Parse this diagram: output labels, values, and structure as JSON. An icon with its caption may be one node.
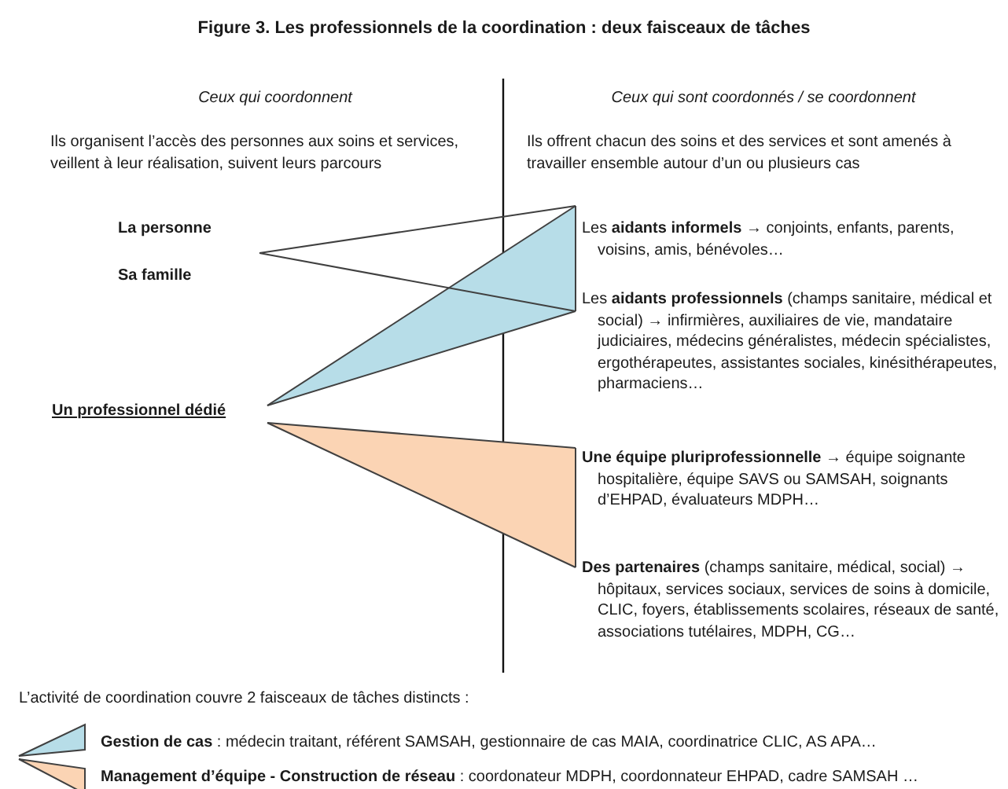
{
  "diagram": {
    "title": "Figure 3. Les professionnels de la coordination : deux faisceaux de tâches",
    "nodes": [
      {
        "text": [
          "La personne",
          "Sa famille"
        ]
      },
      {
        "text": [
          "Les **aidants informels** → conjoints, enfants, parents, voisins, amis, bénévoles…"
        ]
      },
      {
        "text": [
          "Les **aidants professionnels** (champs sanitaire, médical et social) → infirmières, auxiliaires de vie, mandataire judiciaires, médecins généralistes, médecin spécialistes, ergothérapeutes, assistantes sociales, kinésithérapeutes, pharmaciens…"
        ]
      },
      {
        "text": [
          "Un professionnel dédié"
        ]
      },
      {
        "text": [
          "**Une équipe pluriprofessionnelle** → équipe soignante hospitalière, équipe SAVS ou SAMSAH, soignants d’EHPAD, évaluateurs MDPH…"
        ]
      },
      {
        "text": [
          "**Des partenaires** (champs sanitaire, médical, social) → hôpitaux, services sociaux, services de soins à domicile, CLIC, foyers, établissements scolaires, réseaux de santé, associations tutélaires, MDPH, CG…"
        ]
      }
    ],
    "edges": [
      {
        "from": 0,
        "to": 1,
        "arrow": "none"
      },
      {
        "from": 0,
        "to": 2,
        "arrow": "none"
      },
      {
        "from": 3,
        "to": 1,
        "arrow": "none"
      },
      {
        "from": 3,
        "to": 2,
        "arrow": "none"
      },
      {
        "from": 3,
        "to": 4,
        "arrow": "none"
      },
      {
        "from": 3,
        "to": 5,
        "arrow": "none"
      }
    ],
    "labels": [
      "Ceux qui coordonnent",
      "Ceux qui sont coordonnés / se coordonnent",
      "Ils organisent l’accès des personnes aux soins et services, veillent à leur réalisation, suivent leurs parcours",
      "Ils offrent chacun des soins et des services et sont amenés à travailler ensemble autour d’un ou plusieurs cas",
      "L’activité de coordination couvre 2 faisceaux de tâches distincts :"
    ],
    "legend": [
      {
        "text": "**Gestion de cas** : médecin traitant, référent SAMSAH, gestionnaire de cas MAIA, coordinatrice CLIC, AS APA…",
        "color": "#b7dde8"
      },
      {
        "text": "**Management d’équipe - Construction de réseau** : coordonateur MDPH, coordonnateur EHPAD, cadre SAMSAH …",
        "color": "#fbd4b4"
      }
    ]
  }
}
